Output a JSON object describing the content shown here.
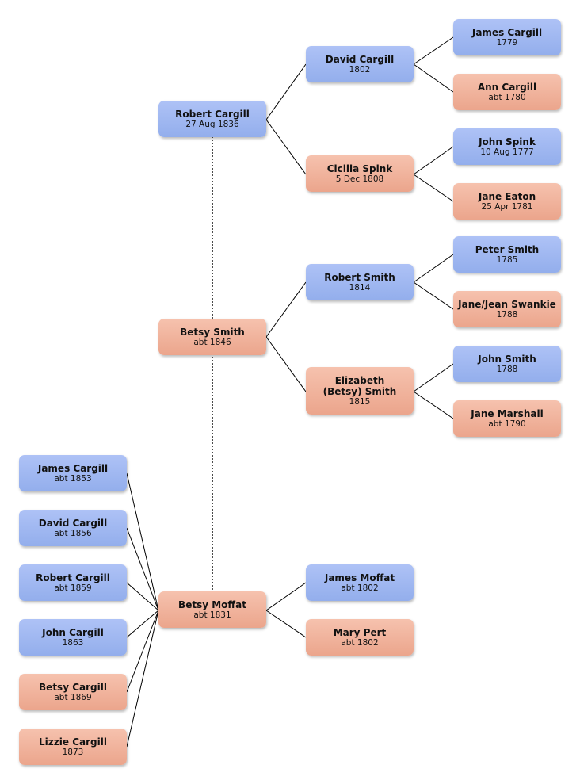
{
  "colors": {
    "male": "#9fb6ef",
    "female": "#eeac93",
    "line": "#000000"
  },
  "people": {
    "robert_cargill_1836": {
      "name": "Robert Cargill",
      "date": "27 Aug 1836",
      "gender": "male"
    },
    "betsy_smith": {
      "name": "Betsy Smith",
      "date": "abt 1846",
      "gender": "female"
    },
    "betsy_moffat": {
      "name": "Betsy Moffat",
      "date": "abt 1831",
      "gender": "female"
    },
    "david_cargill_1802": {
      "name": "David Cargill",
      "date": "1802",
      "gender": "male"
    },
    "cicilia_spink": {
      "name": "Cicilia Spink",
      "date": "5 Dec 1808",
      "gender": "female"
    },
    "robert_smith": {
      "name": "Robert Smith",
      "date": "1814",
      "gender": "male"
    },
    "elizabeth_smith": {
      "name": "Elizabeth (Betsy) Smith",
      "date": "1815",
      "gender": "female"
    },
    "james_moffat": {
      "name": "James Moffat",
      "date": "abt 1802",
      "gender": "male"
    },
    "mary_pert": {
      "name": "Mary Pert",
      "date": "abt 1802",
      "gender": "female"
    },
    "james_cargill_1779": {
      "name": "James Cargill",
      "date": "1779",
      "gender": "male"
    },
    "ann_cargill": {
      "name": "Ann Cargill",
      "date": "abt 1780",
      "gender": "female"
    },
    "john_spink": {
      "name": "John Spink",
      "date": "10 Aug 1777",
      "gender": "male"
    },
    "jane_eaton": {
      "name": "Jane Eaton",
      "date": "25 Apr 1781",
      "gender": "female"
    },
    "peter_smith": {
      "name": "Peter Smith",
      "date": "1785",
      "gender": "male"
    },
    "jane_swankie": {
      "name": "Jane/Jean Swankie",
      "date": "1788",
      "gender": "female"
    },
    "john_smith": {
      "name": "John Smith",
      "date": "1788",
      "gender": "male"
    },
    "jane_marshall": {
      "name": "Jane Marshall",
      "date": "abt 1790",
      "gender": "female"
    },
    "james_cargill_1853": {
      "name": "James Cargill",
      "date": "abt 1853",
      "gender": "male"
    },
    "david_cargill_1856": {
      "name": "David Cargill",
      "date": "abt 1856",
      "gender": "male"
    },
    "robert_cargill_1859": {
      "name": "Robert Cargill",
      "date": "abt 1859",
      "gender": "male"
    },
    "john_cargill_1863": {
      "name": "John Cargill",
      "date": "1863",
      "gender": "male"
    },
    "betsy_cargill_1869": {
      "name": "Betsy Cargill",
      "date": "abt 1869",
      "gender": "female"
    },
    "lizzie_cargill_1873": {
      "name": "Lizzie Cargill",
      "date": "1873",
      "gender": "female"
    }
  },
  "parent_links": [
    {
      "child": "robert_cargill_1836",
      "father": "david_cargill_1802",
      "mother": "cicilia_spink"
    },
    {
      "child": "betsy_smith",
      "father": "robert_smith",
      "mother": "elizabeth_smith"
    },
    {
      "child": "betsy_moffat",
      "father": "james_moffat",
      "mother": "mary_pert"
    },
    {
      "child": "david_cargill_1802",
      "father": "james_cargill_1779",
      "mother": "ann_cargill"
    },
    {
      "child": "cicilia_spink",
      "father": "john_spink",
      "mother": "jane_eaton"
    },
    {
      "child": "robert_smith",
      "father": "peter_smith",
      "mother": "jane_swankie"
    },
    {
      "child": "elizabeth_smith",
      "father": "john_smith",
      "mother": "jane_marshall"
    }
  ],
  "spouse_links": [
    {
      "a": "robert_cargill_1836",
      "b": "betsy_smith"
    },
    {
      "a": "betsy_smith",
      "b": "betsy_moffat"
    }
  ],
  "children_of_betsy_moffat": [
    "james_cargill_1853",
    "david_cargill_1856",
    "robert_cargill_1859",
    "john_cargill_1863",
    "betsy_cargill_1869",
    "lizzie_cargill_1873"
  ]
}
